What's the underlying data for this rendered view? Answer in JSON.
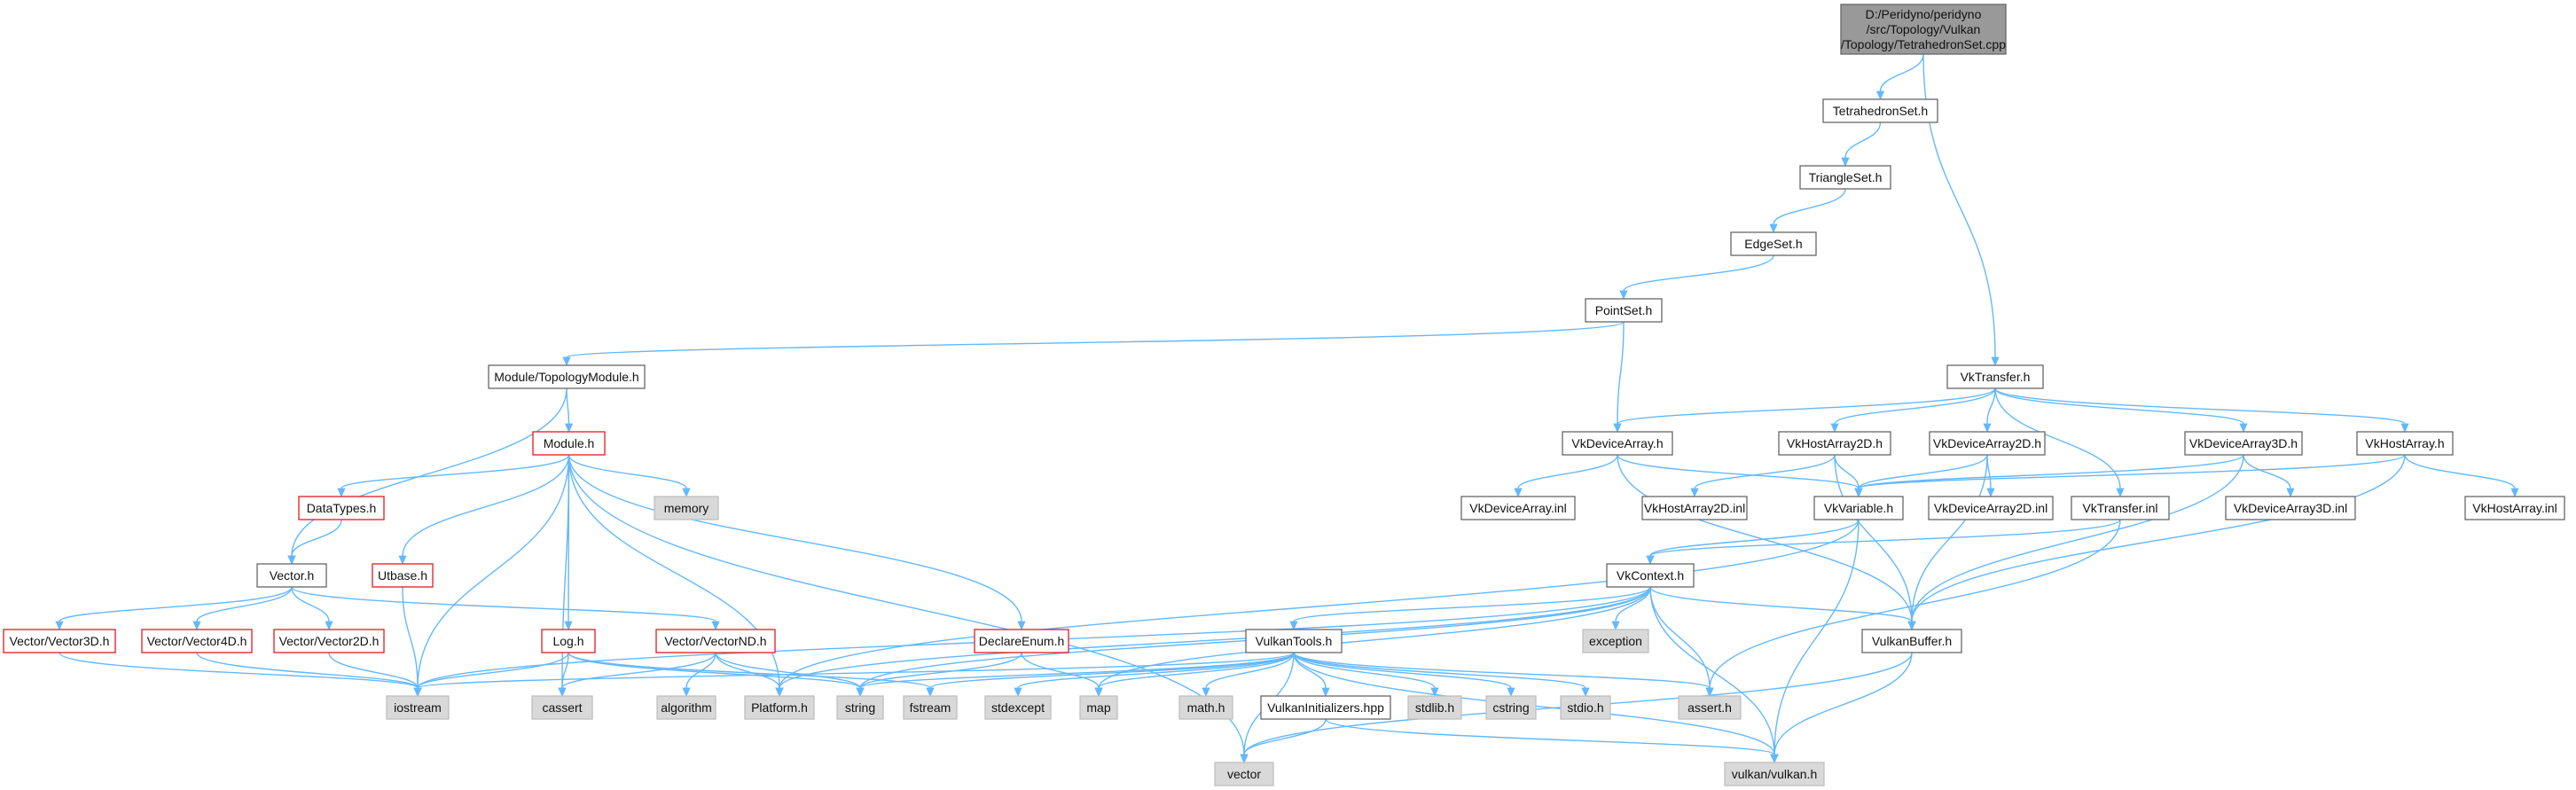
{
  "diagram": {
    "nodes": [
      {
        "id": "root",
        "kind": "root",
        "label": [
          "D:/Peridyno/peridyno",
          "/src/Topology/Vulkan",
          "/Topology/TetrahedronSet.cpp"
        ]
      },
      {
        "id": "tetra",
        "kind": "normal",
        "label": [
          "TetrahedronSet.h"
        ]
      },
      {
        "id": "tri",
        "kind": "normal",
        "label": [
          "TriangleSet.h"
        ]
      },
      {
        "id": "edge",
        "kind": "normal",
        "label": [
          "EdgeSet.h"
        ]
      },
      {
        "id": "point",
        "kind": "normal",
        "label": [
          "PointSet.h"
        ]
      },
      {
        "id": "topomod",
        "kind": "normal",
        "label": [
          "Module/TopologyModule.h"
        ]
      },
      {
        "id": "module",
        "kind": "highlight",
        "label": [
          "Module.h"
        ]
      },
      {
        "id": "memory",
        "kind": "system",
        "label": [
          "memory"
        ]
      },
      {
        "id": "datatypes",
        "kind": "highlight",
        "label": [
          "DataTypes.h"
        ]
      },
      {
        "id": "vector",
        "kind": "normal",
        "label": [
          "Vector.h"
        ]
      },
      {
        "id": "utbase",
        "kind": "highlight",
        "label": [
          "Utbase.h"
        ]
      },
      {
        "id": "vec3d",
        "kind": "highlight",
        "label": [
          "Vector/Vector3D.h"
        ]
      },
      {
        "id": "vec4d",
        "kind": "highlight",
        "label": [
          "Vector/Vector4D.h"
        ]
      },
      {
        "id": "vec2d",
        "kind": "highlight",
        "label": [
          "Vector/Vector2D.h"
        ]
      },
      {
        "id": "vecnd",
        "kind": "highlight",
        "label": [
          "Vector/VectorND.h"
        ]
      },
      {
        "id": "log",
        "kind": "highlight",
        "label": [
          "Log.h"
        ]
      },
      {
        "id": "declenum",
        "kind": "highlight",
        "label": [
          "DeclareEnum.h"
        ]
      },
      {
        "id": "iostream",
        "kind": "system",
        "label": [
          "iostream"
        ]
      },
      {
        "id": "cassert",
        "kind": "system",
        "label": [
          "cassert"
        ]
      },
      {
        "id": "algorithm",
        "kind": "system",
        "label": [
          "algorithm"
        ]
      },
      {
        "id": "platform",
        "kind": "system",
        "label": [
          "Platform.h"
        ]
      },
      {
        "id": "string",
        "kind": "system",
        "label": [
          "string"
        ]
      },
      {
        "id": "fstream",
        "kind": "system",
        "label": [
          "fstream"
        ]
      },
      {
        "id": "stdexcept",
        "kind": "system",
        "label": [
          "stdexcept"
        ]
      },
      {
        "id": "map",
        "kind": "system",
        "label": [
          "map"
        ]
      },
      {
        "id": "mathh",
        "kind": "system",
        "label": [
          "math.h"
        ]
      },
      {
        "id": "vkinit",
        "kind": "normal",
        "label": [
          "VulkanInitializers.hpp"
        ]
      },
      {
        "id": "stdlib",
        "kind": "system",
        "label": [
          "stdlib.h"
        ]
      },
      {
        "id": "cstring",
        "kind": "system",
        "label": [
          "cstring"
        ]
      },
      {
        "id": "stdio",
        "kind": "system",
        "label": [
          "stdio.h"
        ]
      },
      {
        "id": "asserth",
        "kind": "system",
        "label": [
          "assert.h"
        ]
      },
      {
        "id": "vectorstd",
        "kind": "system",
        "label": [
          "vector"
        ]
      },
      {
        "id": "vulkanh",
        "kind": "system",
        "label": [
          "vulkan/vulkan.h"
        ]
      },
      {
        "id": "vktools",
        "kind": "normal",
        "label": [
          "VulkanTools.h"
        ]
      },
      {
        "id": "vkcontext",
        "kind": "normal",
        "label": [
          "VkContext.h"
        ]
      },
      {
        "id": "exception",
        "kind": "system",
        "label": [
          "exception"
        ]
      },
      {
        "id": "vkbuffer",
        "kind": "normal",
        "label": [
          "VulkanBuffer.h"
        ]
      },
      {
        "id": "vktransfer",
        "kind": "normal",
        "label": [
          "VkTransfer.h"
        ]
      },
      {
        "id": "vkdevarr",
        "kind": "normal",
        "label": [
          "VkDeviceArray.h"
        ]
      },
      {
        "id": "vkhostarr2d",
        "kind": "normal",
        "label": [
          "VkHostArray2D.h"
        ]
      },
      {
        "id": "vkdevarr2d",
        "kind": "normal",
        "label": [
          "VkDeviceArray2D.h"
        ]
      },
      {
        "id": "vkdevarr3d",
        "kind": "normal",
        "label": [
          "VkDeviceArray3D.h"
        ]
      },
      {
        "id": "vkhostarr",
        "kind": "normal",
        "label": [
          "VkHostArray.h"
        ]
      },
      {
        "id": "vkdevarrinl",
        "kind": "normal",
        "label": [
          "VkDeviceArray.inl"
        ]
      },
      {
        "id": "vkhostarr2dinl",
        "kind": "normal",
        "label": [
          "VkHostArray2D.inl"
        ]
      },
      {
        "id": "vkvariable",
        "kind": "normal",
        "label": [
          "VkVariable.h"
        ]
      },
      {
        "id": "vkdevarr2dinl",
        "kind": "normal",
        "label": [
          "VkDeviceArray2D.inl"
        ]
      },
      {
        "id": "vktransferinl",
        "kind": "normal",
        "label": [
          "VkTransfer.inl"
        ]
      },
      {
        "id": "vkdevarr3dinl",
        "kind": "normal",
        "label": [
          "VkDeviceArray3D.inl"
        ]
      },
      {
        "id": "vkhostarrinl",
        "kind": "normal",
        "label": [
          "VkHostArray.inl"
        ]
      }
    ],
    "edges": [
      [
        "root",
        "tetra"
      ],
      [
        "root",
        "vktransfer"
      ],
      [
        "tetra",
        "tri"
      ],
      [
        "tri",
        "edge"
      ],
      [
        "edge",
        "point"
      ],
      [
        "point",
        "topomod"
      ],
      [
        "point",
        "vkdevarr"
      ],
      [
        "topomod",
        "module"
      ],
      [
        "topomod",
        "vector"
      ],
      [
        "module",
        "datatypes"
      ],
      [
        "module",
        "memory"
      ],
      [
        "module",
        "utbase"
      ],
      [
        "module",
        "log"
      ],
      [
        "module",
        "declenum"
      ],
      [
        "module",
        "iostream"
      ],
      [
        "module",
        "cassert"
      ],
      [
        "module",
        "platform"
      ],
      [
        "module",
        "vectorstd"
      ],
      [
        "datatypes",
        "vector"
      ],
      [
        "vector",
        "vec3d"
      ],
      [
        "vector",
        "vec4d"
      ],
      [
        "vector",
        "vec2d"
      ],
      [
        "vector",
        "vecnd"
      ],
      [
        "utbase",
        "iostream"
      ],
      [
        "vec3d",
        "iostream"
      ],
      [
        "vec4d",
        "iostream"
      ],
      [
        "vec2d",
        "iostream"
      ],
      [
        "vecnd",
        "cassert"
      ],
      [
        "vecnd",
        "algorithm"
      ],
      [
        "vecnd",
        "platform"
      ],
      [
        "vecnd",
        "string"
      ],
      [
        "log",
        "iostream"
      ],
      [
        "log",
        "cassert"
      ],
      [
        "log",
        "string"
      ],
      [
        "log",
        "fstream"
      ],
      [
        "declenum",
        "string"
      ],
      [
        "declenum",
        "map"
      ],
      [
        "vktransfer",
        "vkdevarr"
      ],
      [
        "vktransfer",
        "vkhostarr2d"
      ],
      [
        "vktransfer",
        "vkdevarr2d"
      ],
      [
        "vktransfer",
        "vkdevarr3d"
      ],
      [
        "vktransfer",
        "vkhostarr"
      ],
      [
        "vktransfer",
        "vktransferinl"
      ],
      [
        "vkdevarr",
        "vkdevarrinl"
      ],
      [
        "vkdevarr",
        "vkvariable"
      ],
      [
        "vkdevarr",
        "vkbuffer"
      ],
      [
        "vkhostarr2d",
        "vkhostarr2dinl"
      ],
      [
        "vkhostarr2d",
        "vkvariable"
      ],
      [
        "vkhostarr2d",
        "vkbuffer"
      ],
      [
        "vkdevarr2d",
        "vkdevarr2dinl"
      ],
      [
        "vkdevarr2d",
        "vkvariable"
      ],
      [
        "vkdevarr2d",
        "vkbuffer"
      ],
      [
        "vkdevarr3d",
        "vkdevarr3dinl"
      ],
      [
        "vkdevarr3d",
        "vkvariable"
      ],
      [
        "vkdevarr3d",
        "vkbuffer"
      ],
      [
        "vkhostarr",
        "vkhostarrinl"
      ],
      [
        "vkhostarr",
        "vkvariable"
      ],
      [
        "vkhostarr",
        "vkbuffer"
      ],
      [
        "vkvariable",
        "vkcontext"
      ],
      [
        "vkvariable",
        "vulkanh"
      ],
      [
        "vkvariable",
        "platform"
      ],
      [
        "vktransferinl",
        "vkcontext"
      ],
      [
        "vktransferinl",
        "asserth"
      ],
      [
        "vkcontext",
        "vktools"
      ],
      [
        "vkcontext",
        "exception"
      ],
      [
        "vkcontext",
        "vkbuffer"
      ],
      [
        "vkcontext",
        "asserth"
      ],
      [
        "vkcontext",
        "vulkanh"
      ],
      [
        "vkcontext",
        "map"
      ],
      [
        "vkcontext",
        "iostream"
      ],
      [
        "vkcontext",
        "string"
      ],
      [
        "vkcontext",
        "platform"
      ],
      [
        "vktools",
        "vkinit"
      ],
      [
        "vktools",
        "iostream"
      ],
      [
        "vktools",
        "string"
      ],
      [
        "vktools",
        "fstream"
      ],
      [
        "vktools",
        "stdexcept"
      ],
      [
        "vktools",
        "map"
      ],
      [
        "vktools",
        "mathh"
      ],
      [
        "vktools",
        "stdlib"
      ],
      [
        "vktools",
        "cstring"
      ],
      [
        "vktools",
        "stdio"
      ],
      [
        "vktools",
        "asserth"
      ],
      [
        "vktools",
        "vectorstd"
      ],
      [
        "vktools",
        "vulkanh"
      ],
      [
        "vkinit",
        "vectorstd"
      ],
      [
        "vkinit",
        "vulkanh"
      ],
      [
        "vkbuffer",
        "vectorstd"
      ],
      [
        "vkbuffer",
        "vulkanh"
      ]
    ]
  }
}
